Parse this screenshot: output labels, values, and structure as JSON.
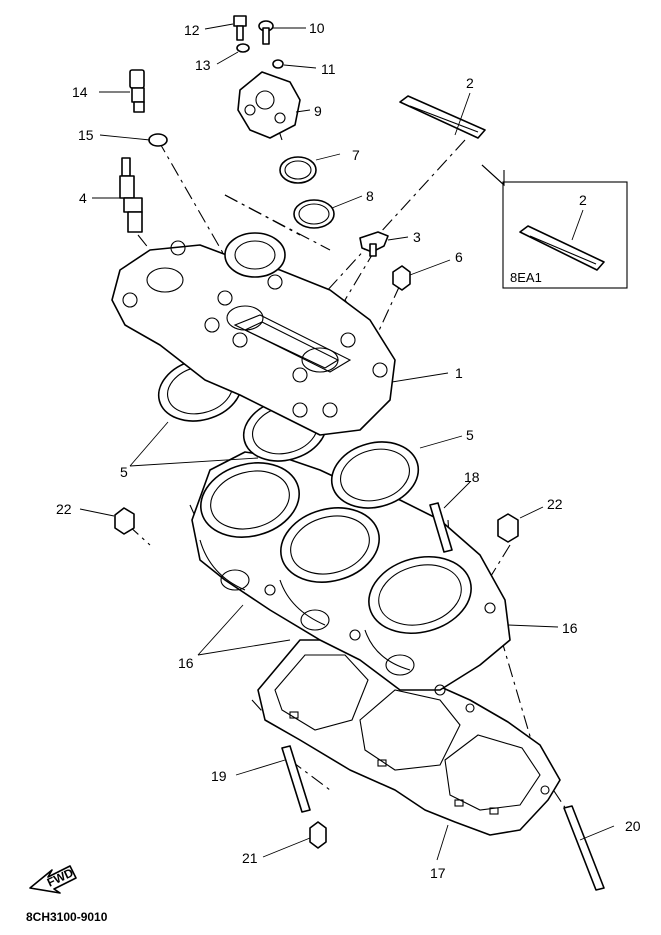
{
  "callouts": {
    "c1": "1",
    "c2": "2",
    "c2b": "2",
    "c3": "3",
    "c4": "4",
    "c5a": "5",
    "c5b": "5",
    "c6": "6",
    "c7": "7",
    "c8": "8",
    "c9": "9",
    "c10": "10",
    "c11": "11",
    "c12": "12",
    "c13": "13",
    "c14": "14",
    "c15": "15",
    "c16a": "16",
    "c16b": "16",
    "c17": "17",
    "c18": "18",
    "c19": "19",
    "c20": "20",
    "c21": "21",
    "c22a": "22",
    "c22b": "22"
  },
  "variant_box": {
    "label": "8EA1"
  },
  "footer": {
    "drawing_code": "8CH3100-9010",
    "fwd_arrow": "FWD"
  }
}
